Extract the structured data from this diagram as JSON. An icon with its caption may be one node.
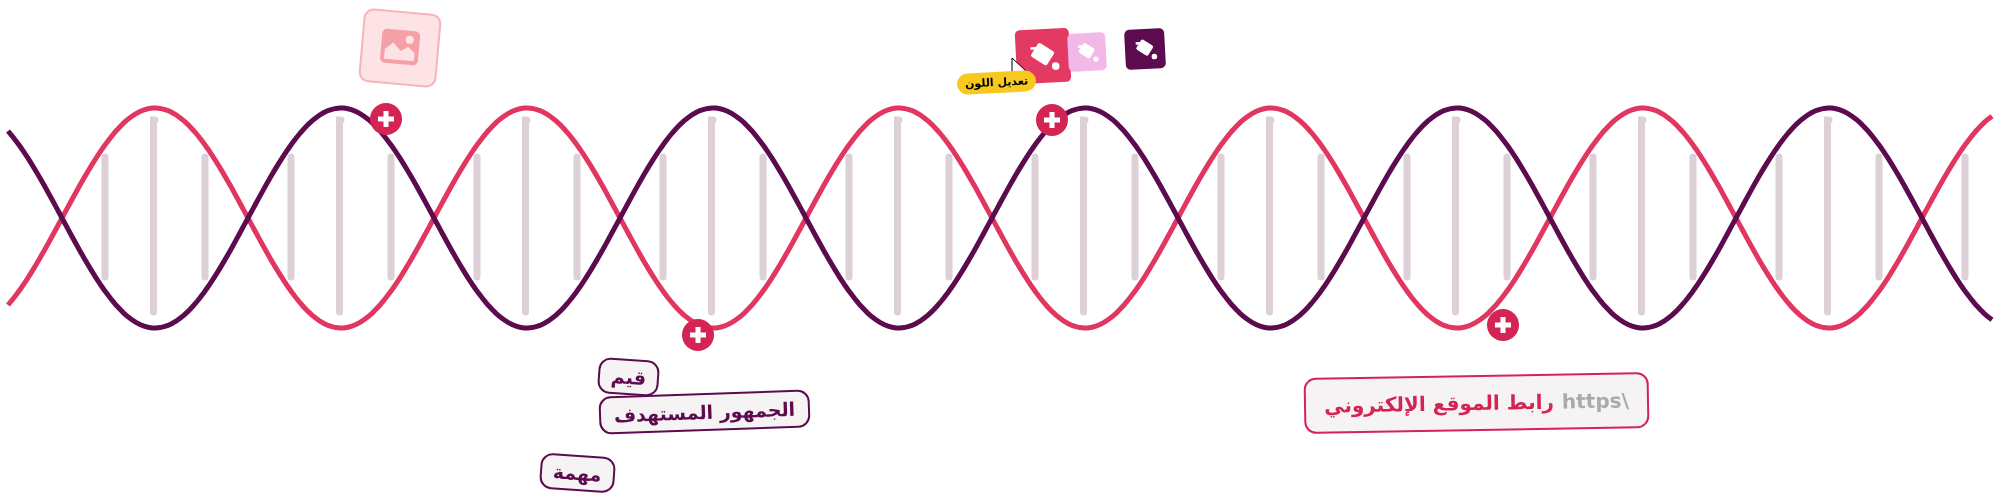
{
  "diagram": {
    "nodes": [
      {
        "text": [
          "تعديل اللون"
        ]
      },
      {
        "text": [
          "قيم"
        ]
      },
      {
        "text": [
          "الجمهور المستهدف"
        ]
      },
      {
        "text": [
          "مهمة"
        ]
      },
      {
        "text": [
          "https\\",
          "رابط الموقع الإلكتروني"
        ]
      }
    ]
  }
}
